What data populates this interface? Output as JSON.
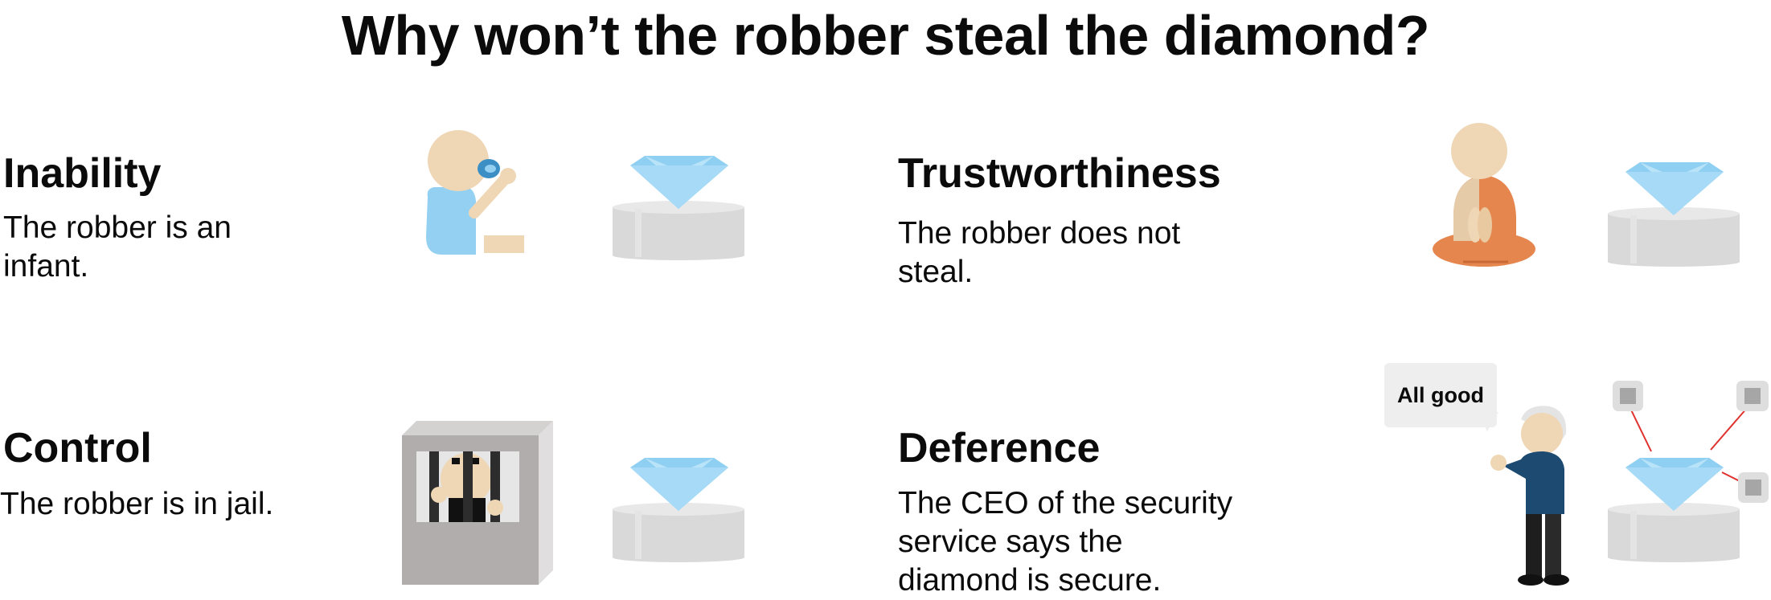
{
  "title": "Why won’t the robber steal the diamond?",
  "quadrants": [
    {
      "heading": "Inability",
      "description": "The robber is an\ninfant."
    },
    {
      "heading": "Trustworthiness",
      "description": "The robber does not\nsteal."
    },
    {
      "heading": "Control",
      "description": "The robber is in jail."
    },
    {
      "heading": "Deference",
      "description": "The CEO of the security\nservice says the\ndiamond is secure."
    }
  ],
  "speech_bubble": "All good",
  "colors": {
    "diamond": "#8fd0f2",
    "pedestal": "#d9d9d9",
    "skin": "#efd6b5",
    "baby_clothes": "#94d0f1",
    "monk_robe": "#e5864f",
    "jail": "#b2adad",
    "ceo_jacket": "#1c4a70",
    "sensor": "#d7d7d7",
    "laser": "#e0322f"
  }
}
